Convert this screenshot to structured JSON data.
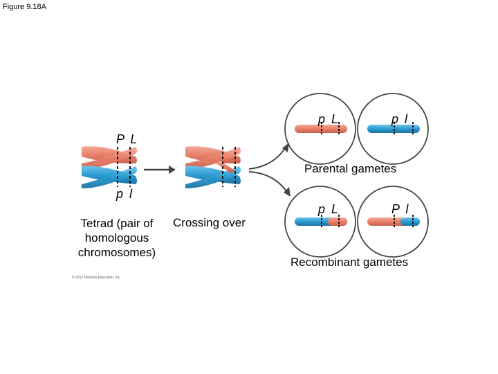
{
  "figure_title": "Figure 9.18A",
  "labels": {
    "top_pair_alleles": "P L",
    "bottom_pair_alleles": "p l",
    "tetrad": "Tetrad (pair of homologous chromosomes)",
    "crossing_over": "Crossing over",
    "parental_gametes": "Parental gametes",
    "recombinant_gametes": "Recombinant gametes",
    "parental_1": "p  L",
    "parental_2": "p  l",
    "recombinant_1": "p  L",
    "recombinant_2": "P  l",
    "copyright": "© 2012 Pearson Education, Inc."
  },
  "colors": {
    "salmon": "#e8806a",
    "blue": "#2a9bd0",
    "outline": "#444444",
    "arrow": "#444444"
  }
}
